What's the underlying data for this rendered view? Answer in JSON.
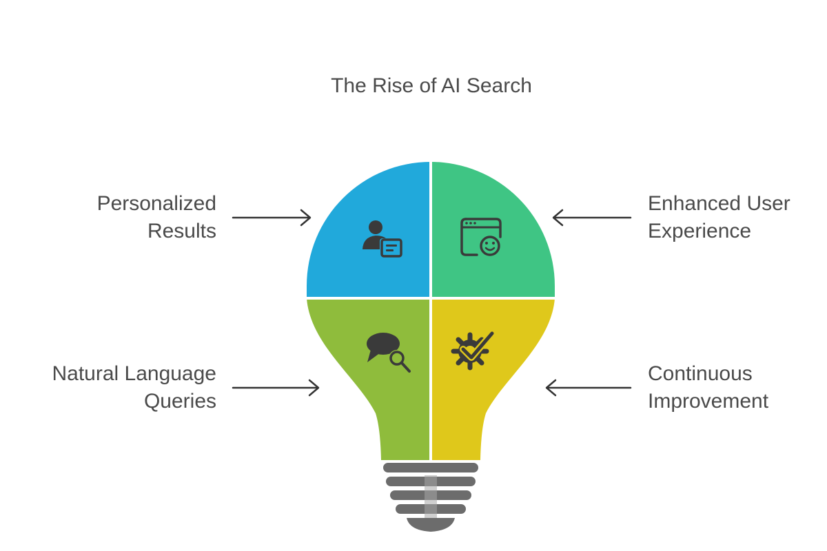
{
  "title": "The Rise of AI Search",
  "quadrants": [
    {
      "line1": "Personalized",
      "line2": "Results",
      "color": "#21a9db",
      "icon": "user-document-icon"
    },
    {
      "line1": "Enhanced User",
      "line2": "Experience",
      "color": "#3fc584",
      "icon": "browser-window-face-icon"
    },
    {
      "line1": "Natural Language",
      "line2": "Queries",
      "color": "#8fbc3c",
      "icon": "chat-search-icon"
    },
    {
      "line1": "Continuous",
      "line2": "Improvement",
      "color": "#dfc81b",
      "icon": "gear-check-icon"
    }
  ],
  "colors": {
    "text": "#4a4a4a",
    "arrow": "#333333",
    "icon": "#3a3a3a",
    "base": "#6c6c6c"
  }
}
